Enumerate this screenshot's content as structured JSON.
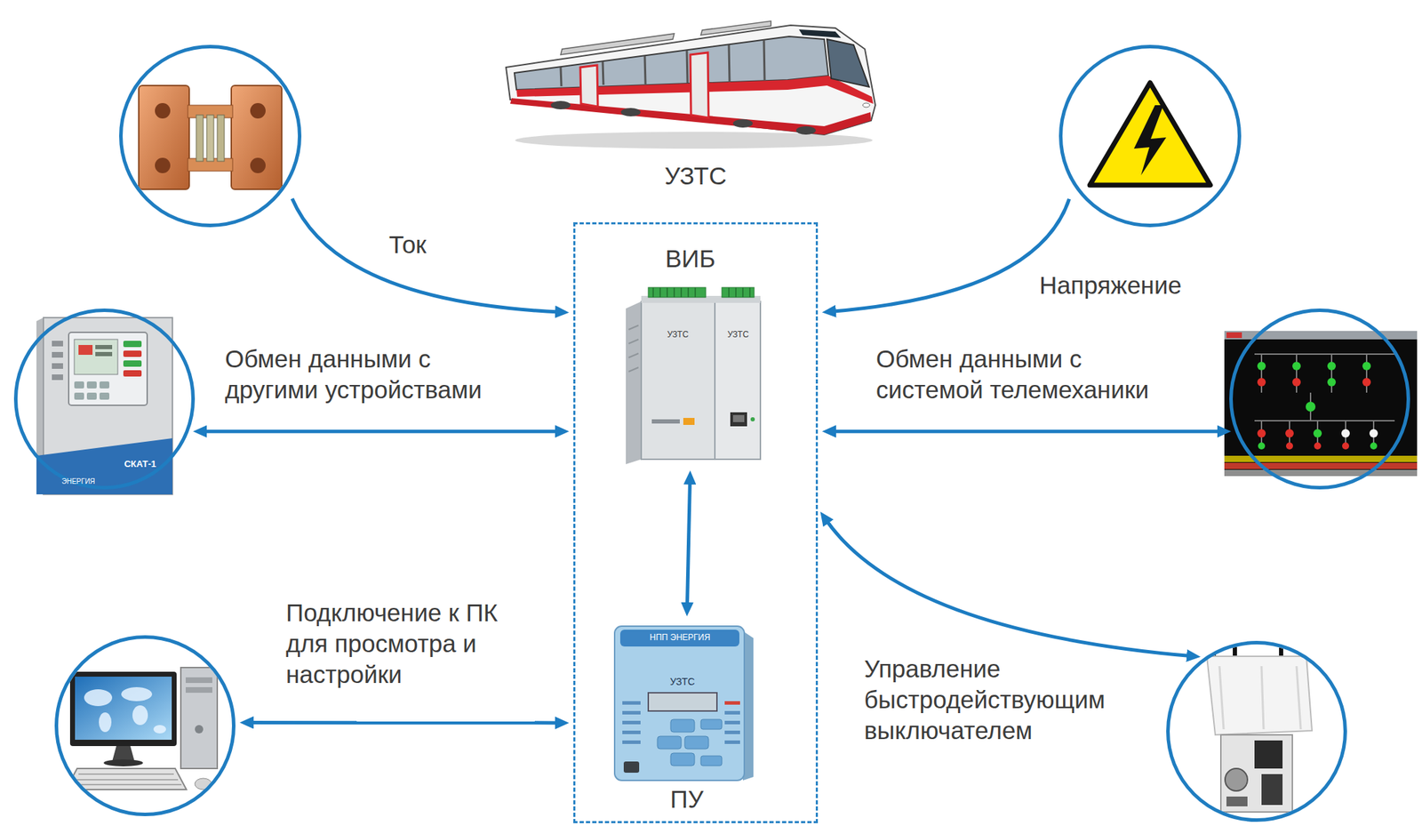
{
  "diagram": {
    "nodes": [
      {
        "text": []
      },
      {
        "text": []
      },
      {
        "text": [
          "УЗТС"
        ]
      },
      {
        "text": [
          "ВИБ"
        ],
        "in": 2
      },
      {
        "text": [
          "ПУ"
        ],
        "in": 2
      },
      {
        "text": [
          "СКАТ-1"
        ]
      },
      {
        "text": []
      },
      {
        "text": []
      },
      {
        "text": []
      }
    ],
    "edges": [
      {
        "from": 0,
        "to": 2,
        "arrow": "to",
        "label": "Ток"
      },
      {
        "from": 1,
        "to": 2,
        "arrow": "to",
        "label": "Напряжение"
      },
      {
        "from": 5,
        "to": 2,
        "arrow": "both",
        "label": "Обмен данными с другими устройствами"
      },
      {
        "from": 2,
        "to": 6,
        "arrow": "both",
        "label": "Обмен данными с системой телемеханики"
      },
      {
        "from": 3,
        "to": 4,
        "arrow": "both"
      },
      {
        "from": 7,
        "to": 2,
        "arrow": "both",
        "label": "Подключение к ПК для просмотра и настройки"
      },
      {
        "from": 2,
        "to": 8,
        "arrow": "both",
        "label": "Управление быстродействующим выключателем"
      }
    ],
    "labels": [
      "УЗТС",
      "УЗТС",
      "НПП ЭНЕРГИЯ",
      "УЗТС",
      "ЭНЕРГИЯ"
    ]
  }
}
